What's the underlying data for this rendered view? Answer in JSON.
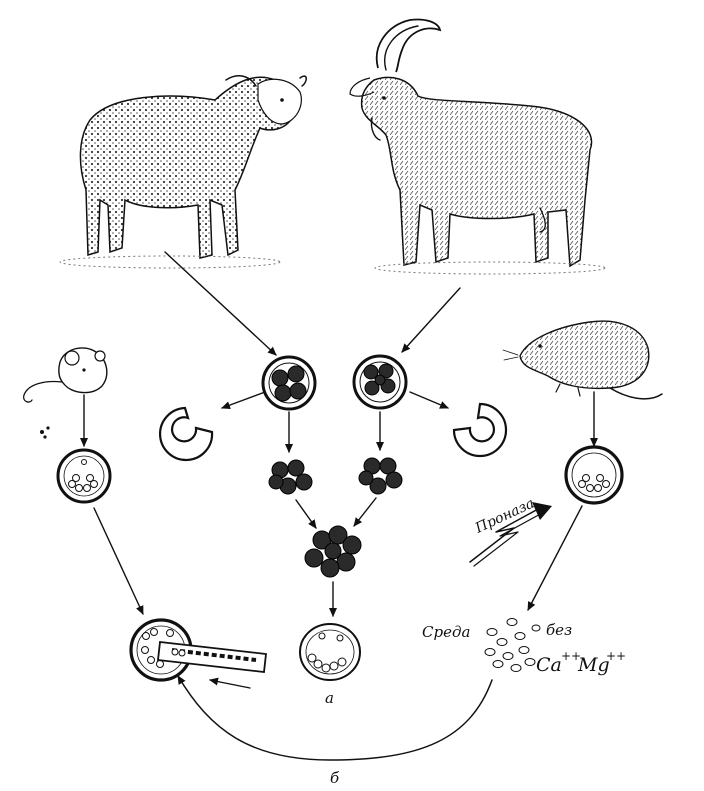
{
  "labels": {
    "a": "а",
    "b": "б",
    "pronaza": "Проназа",
    "sreda": "Среда",
    "bez": "без",
    "ca": "Ca",
    "ca_sup": "++",
    "mg": "Mg",
    "mg_sup": "++"
  },
  "colors": {
    "ink": "#111111",
    "background": "#ffffff"
  }
}
